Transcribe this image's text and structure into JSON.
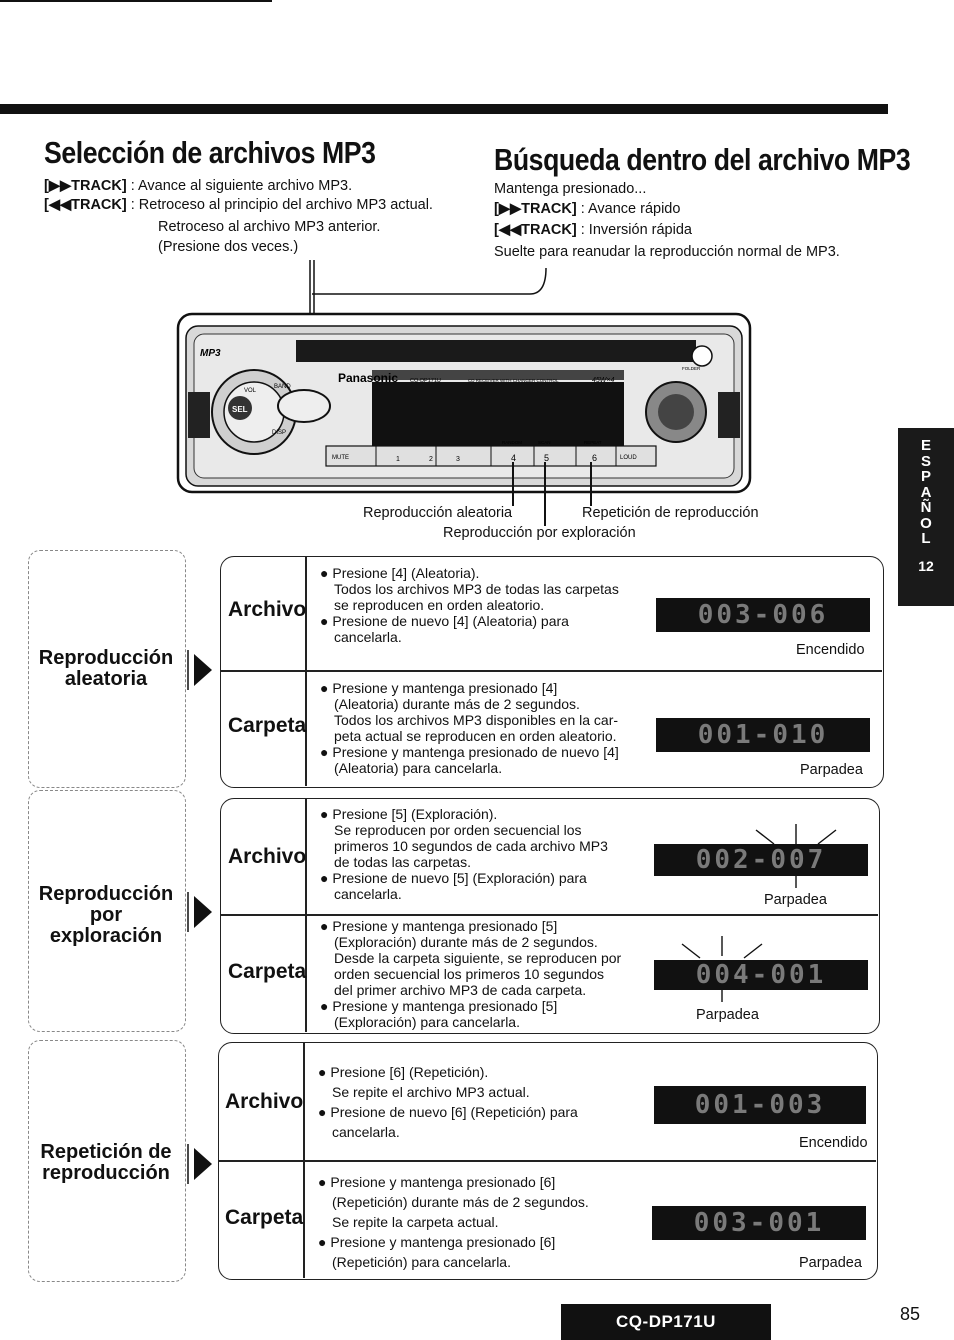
{
  "header": {
    "title_left": "Selección de archivos MP3",
    "title_right": "Búsqueda dentro del archivo MP3"
  },
  "left_intro": {
    "line1_key": "[▶▶TRACK]",
    "line1_text": ": Avance al siguiente archivo MP3.",
    "line2_key": "[◀◀TRACK]",
    "line2_text": ": Retroceso al principio del archivo MP3 actual.",
    "line3": "Retroceso al archivo MP3 anterior.",
    "line4": "(Presione dos veces.)"
  },
  "right_intro": {
    "line1": "Mantenga presionado...",
    "line2_key": "[▶▶TRACK]",
    "line2_text": ": Avance rápido",
    "line3_key": "[◀◀TRACK]",
    "line3_text": ": Inversión rápida",
    "line4": "Suelte para reanudar la reproducción normal de MP3."
  },
  "device": {
    "brand": "Panasonic",
    "model_small": "CQ-DP171U",
    "tagline": "CD RECEIVER WITH CHANGER CONTROL",
    "mp3": "MP3",
    "sel": "SEL",
    "vol": "VOL",
    "band": "BAND",
    "disp": "DISP",
    "mute": "MUTE",
    "loud": "LOUD",
    "random": "RANDOM",
    "scan": "SCAN",
    "repeat": "REPEAT",
    "folder": "FOLDER",
    "watts": "45W×4",
    "p1": "1",
    "p2": "2",
    "p3": "3",
    "p4": "4",
    "p5": "5",
    "p6": "6"
  },
  "callouts": {
    "random": "Reproducción aleatoria",
    "repeat": "Repetición de reproducción",
    "scan": "Reproducción por exploración"
  },
  "side_tab": {
    "letters": [
      "E",
      "S",
      "P",
      "A",
      "Ñ",
      "O",
      "L"
    ],
    "page": "12"
  },
  "sections": {
    "random": {
      "title_line1": "Reproducción",
      "title_line2": "aleatoria",
      "archivo_label": "Archivo",
      "archivo_b1": "Presione [4] (Aleatoria).",
      "archivo_b1_l2": "Todos los archivos MP3 de todas las carpetas",
      "archivo_b1_l3": "se reproducen en orden aleatorio.",
      "archivo_b2": "Presione de nuevo [4] (Aleatoria) para",
      "archivo_b2_l2": "cancelarla.",
      "archivo_lcd": "003-006",
      "archivo_caption": "Encendido",
      "carpeta_label": "Carpeta",
      "carpeta_b1": "Presione y mantenga presionado [4]",
      "carpeta_b1_l2": "(Aleatoria) durante más de 2 segundos.",
      "carpeta_b1_l3": "Todos los archivos MP3 disponibles en la car-",
      "carpeta_b1_l4": "peta actual se reproducen en orden aleatorio.",
      "carpeta_b2": "Presione y mantenga presionado de nuevo [4]",
      "carpeta_b2_l2": "(Aleatoria) para cancelarla.",
      "carpeta_lcd": "001-010",
      "carpeta_caption": "Parpadea"
    },
    "scan": {
      "title_line1": "Reproducción",
      "title_line2": "por",
      "title_line3": "exploración",
      "archivo_label": "Archivo",
      "archivo_b1": "Presione [5] (Exploración).",
      "archivo_b1_l2": "Se reproducen por orden secuencial los",
      "archivo_b1_l3": "primeros 10 segundos de cada archivo MP3",
      "archivo_b1_l4": "de todas las carpetas.",
      "archivo_b2": "Presione de nuevo [5] (Exploración) para",
      "archivo_b2_l2": "cancelarla.",
      "archivo_lcd": "002-007",
      "archivo_caption": "Parpadea",
      "carpeta_label": "Carpeta",
      "carpeta_b1": "Presione y mantenga presionado [5]",
      "carpeta_b1_l2": "(Exploración) durante más de 2 segundos.",
      "carpeta_b1_l3": "Desde la carpeta siguiente, se reproducen por",
      "carpeta_b1_l4": "orden secuencial los primeros 10 segundos",
      "carpeta_b1_l5": "del primer archivo MP3 de cada carpeta.",
      "carpeta_b2": "Presione y mantenga presionado [5]",
      "carpeta_b2_l2": "(Exploración) para cancelarla.",
      "carpeta_lcd": "004-001",
      "carpeta_caption": "Parpadea"
    },
    "repeat": {
      "title_line1": "Repetición de",
      "title_line2": "reproducción",
      "archivo_label": "Archivo",
      "archivo_b1": "Presione [6] (Repetición).",
      "archivo_b1_l2": "Se repite el archivo MP3 actual.",
      "archivo_b2": "Presione de nuevo [6] (Repetición) para",
      "archivo_b2_l2": "cancelarla.",
      "archivo_lcd": "001-003",
      "archivo_caption": "Encendido",
      "carpeta_label": "Carpeta",
      "carpeta_b1": "Presione y mantenga presionado [6]",
      "carpeta_b1_l2": "(Repetición) durante más de 2 segundos.",
      "carpeta_b1_l3": "Se repite la carpeta actual.",
      "carpeta_b2": "Presione y mantenga presionado [6]",
      "carpeta_b2_l2": "(Repetición) para cancelarla.",
      "carpeta_lcd": "003-001",
      "carpeta_caption": "Parpadea"
    }
  },
  "footer": {
    "model": "CQ-DP171U",
    "page_number": "85"
  }
}
